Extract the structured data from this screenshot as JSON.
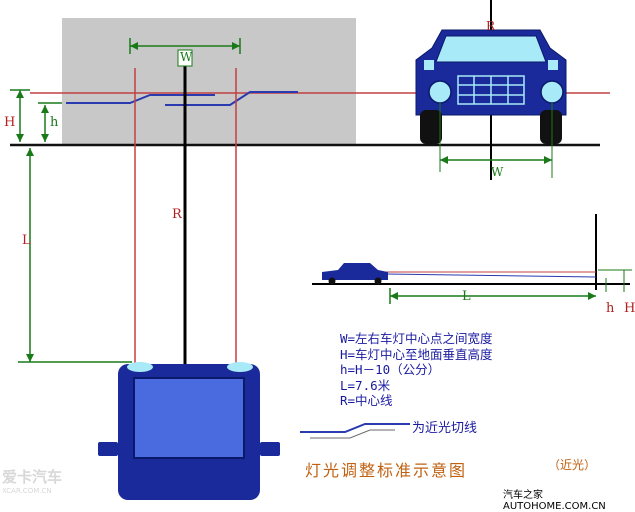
{
  "labels": {
    "w_top": "W",
    "r_top": "R",
    "w_car": "W",
    "h_left": "H",
    "h_small_left": "h",
    "l_left": "L",
    "r_center": "R",
    "l_side": "L",
    "h_small_right": "h",
    "h_right": "H"
  },
  "legend": [
    "W=左右车灯中心点之间宽度",
    "H=车灯中心至地面垂直高度",
    "h=H－10（公分）",
    "L=7.6米",
    "R=中心线"
  ],
  "cutline_label": "为近光切线",
  "title": "灯光调整标准示意图",
  "subtitle": "（近光）",
  "watermark_left": "爱卡汽车",
  "watermark_left_sub": "XCAR.COM.CN",
  "watermark_right": "汽车之家 AUTOHOME.COM.CN",
  "colors": {
    "screen_gray": "#c8c8c8",
    "car_blue": "#1a2a9a",
    "window_blue": "#4a6ae0",
    "lamp_cyan": "#a8eaf8",
    "red_line": "#c04040",
    "dim_green": "#1a7a1a",
    "beam_blue": "#2a3ab0",
    "legend_text": "#1a1aa0",
    "title_text": "#c06010"
  }
}
